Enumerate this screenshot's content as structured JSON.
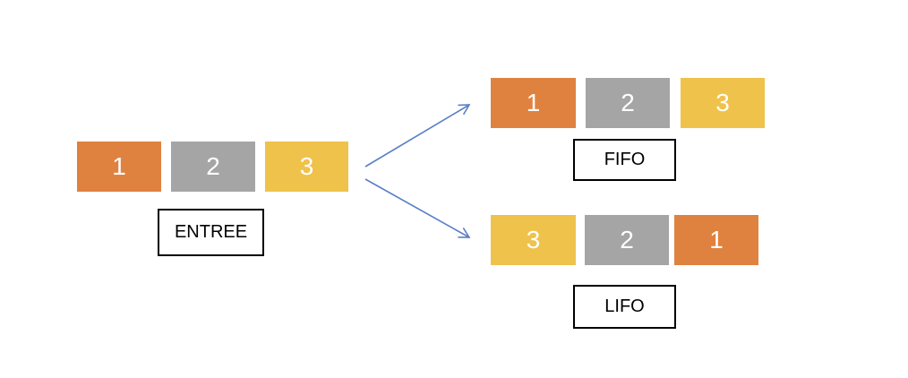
{
  "colors": {
    "orange": "#e0823f",
    "gray": "#a5a5a5",
    "yellow": "#efc24b",
    "arrow": "#5b7fc7"
  },
  "entree": {
    "label": "ENTREE",
    "items": [
      {
        "text": "1",
        "color": "orange"
      },
      {
        "text": "2",
        "color": "gray"
      },
      {
        "text": "3",
        "color": "yellow"
      }
    ]
  },
  "fifo": {
    "label": "FIFO",
    "items": [
      {
        "text": "1",
        "color": "orange"
      },
      {
        "text": "2",
        "color": "gray"
      },
      {
        "text": "3",
        "color": "yellow"
      }
    ]
  },
  "lifo": {
    "label": "LIFO",
    "items": [
      {
        "text": "3",
        "color": "yellow"
      },
      {
        "text": "2",
        "color": "gray"
      },
      {
        "text": "1",
        "color": "orange"
      }
    ]
  }
}
